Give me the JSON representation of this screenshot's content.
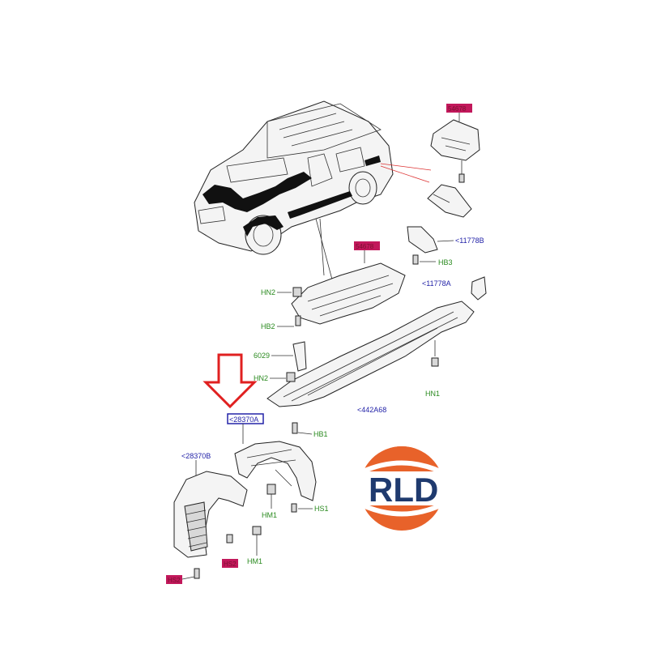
{
  "diagram": {
    "labels": {
      "top_ref": "54678",
      "p11778b": "<11778B",
      "hb3": "HB3",
      "ref_sill": "54678",
      "p11778a": "<11778A",
      "hn2_upper": "HN2",
      "hb2": "HB2",
      "p6029": "6029",
      "hn2_lower": "HN2",
      "hn1_right": "HN1",
      "p442a68": "<442A68",
      "p28370a": "<28370A",
      "hb1": "HB1",
      "p28370b": "<28370B",
      "hm1_a": "HM1",
      "hs1": "HS1",
      "hm1_b": "HM1",
      "hs2_a": "HS2",
      "hs2_b": "HS2"
    },
    "colors": {
      "highlight_red": "#c2185b",
      "highlight_blue": "#2323a8",
      "arrow_red": "#e02020",
      "logo_orange": "#e8622a",
      "logo_blue": "#1f3a6e"
    },
    "logo": {
      "text": "RLD"
    }
  }
}
